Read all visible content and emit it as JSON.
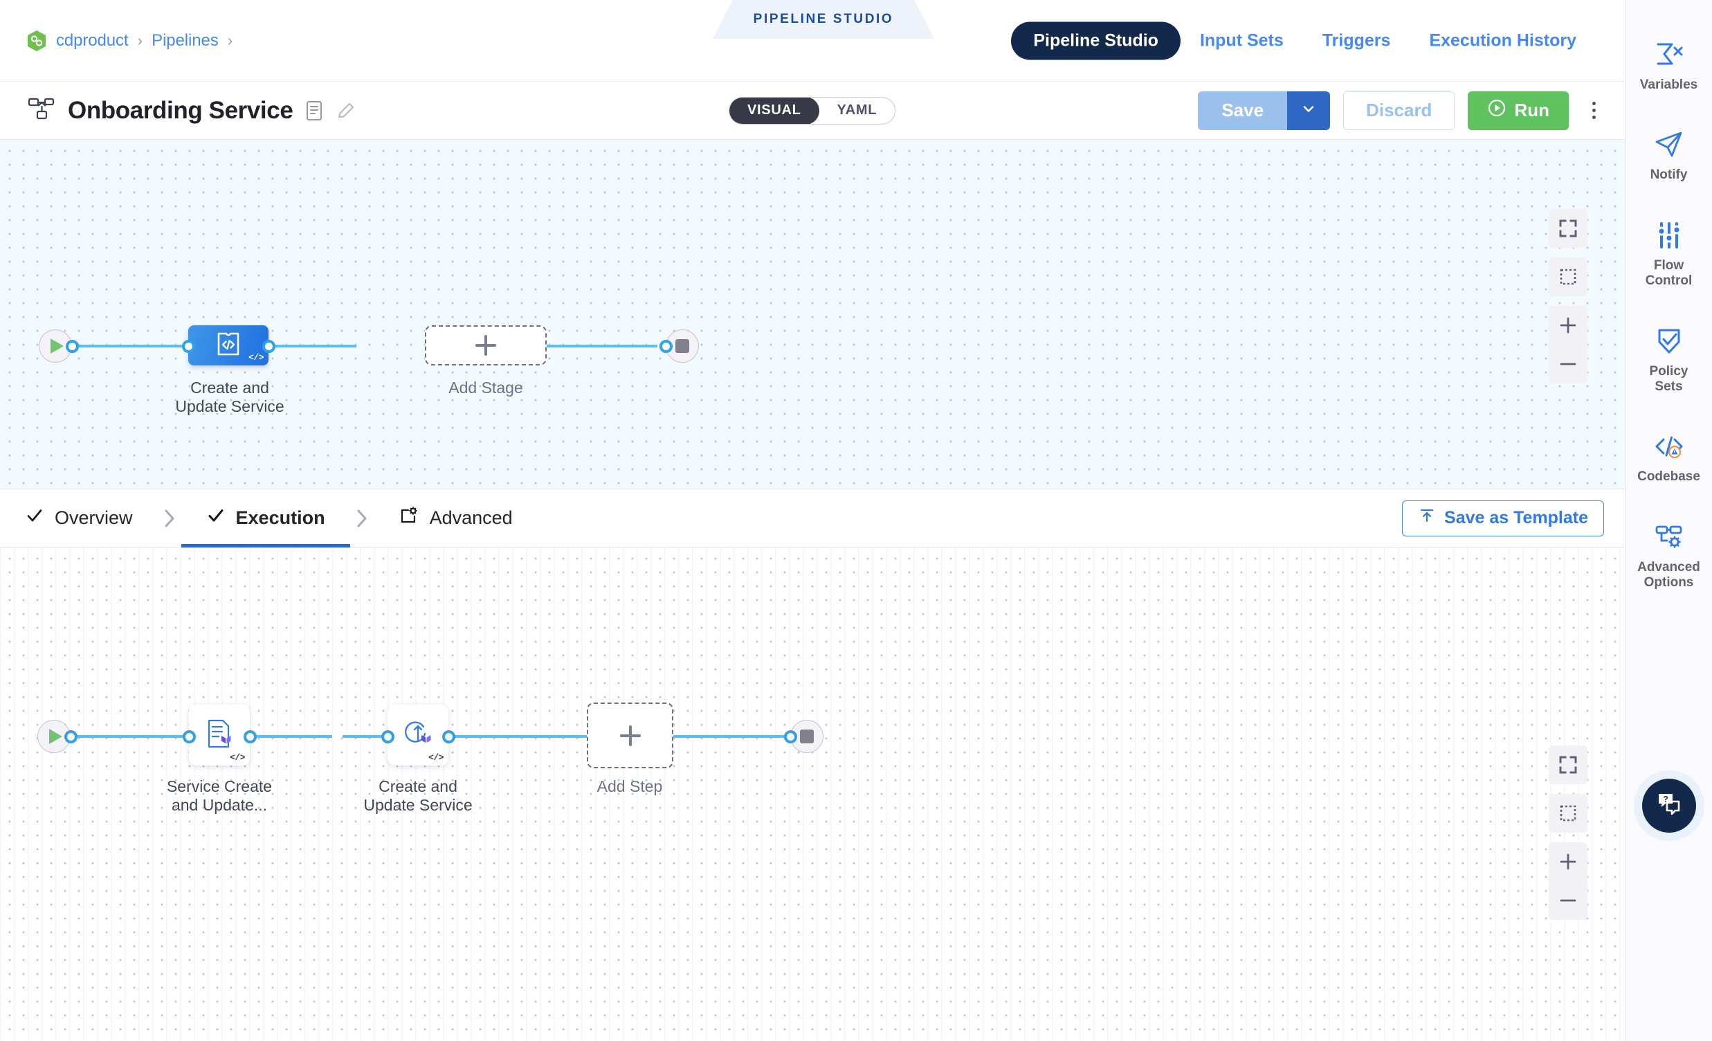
{
  "breadcrumb": {
    "logo_icon": "harness-cd-logo-icon",
    "items": [
      {
        "label": "cdproduct"
      },
      {
        "label": "Pipelines"
      }
    ],
    "separator": "›"
  },
  "studio_banner": {
    "label": "PIPELINE STUDIO"
  },
  "top_nav": {
    "tabs": [
      {
        "label": "Pipeline Studio",
        "active": true
      },
      {
        "label": "Input Sets",
        "active": false
      },
      {
        "label": "Triggers",
        "active": false
      },
      {
        "label": "Execution History",
        "active": false
      }
    ]
  },
  "title_bar": {
    "pipeline_icon": "pipeline-nodes-icon",
    "title": "Onboarding Service",
    "description_icon": "description-icon",
    "edit_icon": "pencil-edit-icon",
    "view_toggle": {
      "visual_label": "VISUAL",
      "yaml_label": "YAML",
      "selected": "VISUAL"
    },
    "actions": {
      "save_label": "Save",
      "save_caret_icon": "chevron-down-icon",
      "discard_label": "Discard",
      "run_label": "Run",
      "run_icon": "play-circle-icon",
      "more_icon": "kebab-menu-icon"
    }
  },
  "stage_canvas": {
    "start_icon": "play-start-icon",
    "end_icon": "stop-end-icon",
    "stage": {
      "label": "Create and\nUpdate Service",
      "icon": "custom-stage-icon",
      "template_badge": "</>"
    },
    "add_stage": {
      "label": "Add Stage",
      "icon": "plus-icon"
    },
    "zoom_controls": [
      {
        "name": "fit-to-screen-icon"
      },
      {
        "name": "selection-box-icon"
      },
      {
        "name": "zoom-in-icon"
      },
      {
        "name": "zoom-out-icon"
      }
    ]
  },
  "stage_tabs": {
    "items": [
      {
        "label": "Overview",
        "icon": "check-icon",
        "active": false,
        "complete": true
      },
      {
        "label": "Execution",
        "icon": "check-icon",
        "active": true,
        "complete": true
      },
      {
        "label": "Advanced",
        "icon": "advanced-gear-icon",
        "active": false,
        "complete": false
      }
    ],
    "chevron_icon": "chevron-right-icon",
    "save_as_template": {
      "label": "Save as Template",
      "icon": "save-template-upload-icon"
    }
  },
  "step_canvas": {
    "start_icon": "play-start-icon",
    "end_icon": "stop-end-icon",
    "steps": [
      {
        "label": "Service Create\nand Update...",
        "icon": "terraform-plan-icon",
        "template_badge": "</>"
      },
      {
        "label": "Create and\nUpdate Service",
        "icon": "terraform-apply-icon",
        "template_badge": "</>"
      }
    ],
    "add_step": {
      "label": "Add Step",
      "icon": "plus-icon"
    },
    "zoom_controls": [
      {
        "name": "fit-to-screen-icon"
      },
      {
        "name": "selection-box-icon"
      },
      {
        "name": "zoom-in-icon"
      },
      {
        "name": "zoom-out-icon"
      }
    ]
  },
  "right_rail": {
    "items": [
      {
        "label": "Variables",
        "icon": "sigma-variables-icon"
      },
      {
        "label": "Notify",
        "icon": "paper-plane-icon"
      },
      {
        "label": "Flow\nControl",
        "icon": "sliders-icon"
      },
      {
        "label": "Policy\nSets",
        "icon": "shield-check-icon"
      },
      {
        "label": "Codebase",
        "icon": "codebase-warning-icon"
      },
      {
        "label": "Advanced\nOptions",
        "icon": "advanced-options-icon"
      }
    ],
    "help_button": {
      "icon": "help-chat-icon"
    }
  },
  "colors": {
    "accent_blue": "#4689f3",
    "nav_active": "#13294b",
    "run_green": "#5fc25f",
    "link_blue": "#5bbdf0",
    "stage_gradient_from": "#3f96e8",
    "stage_gradient_to": "#2070e0",
    "terraform_purple": "#5c4ee5"
  }
}
